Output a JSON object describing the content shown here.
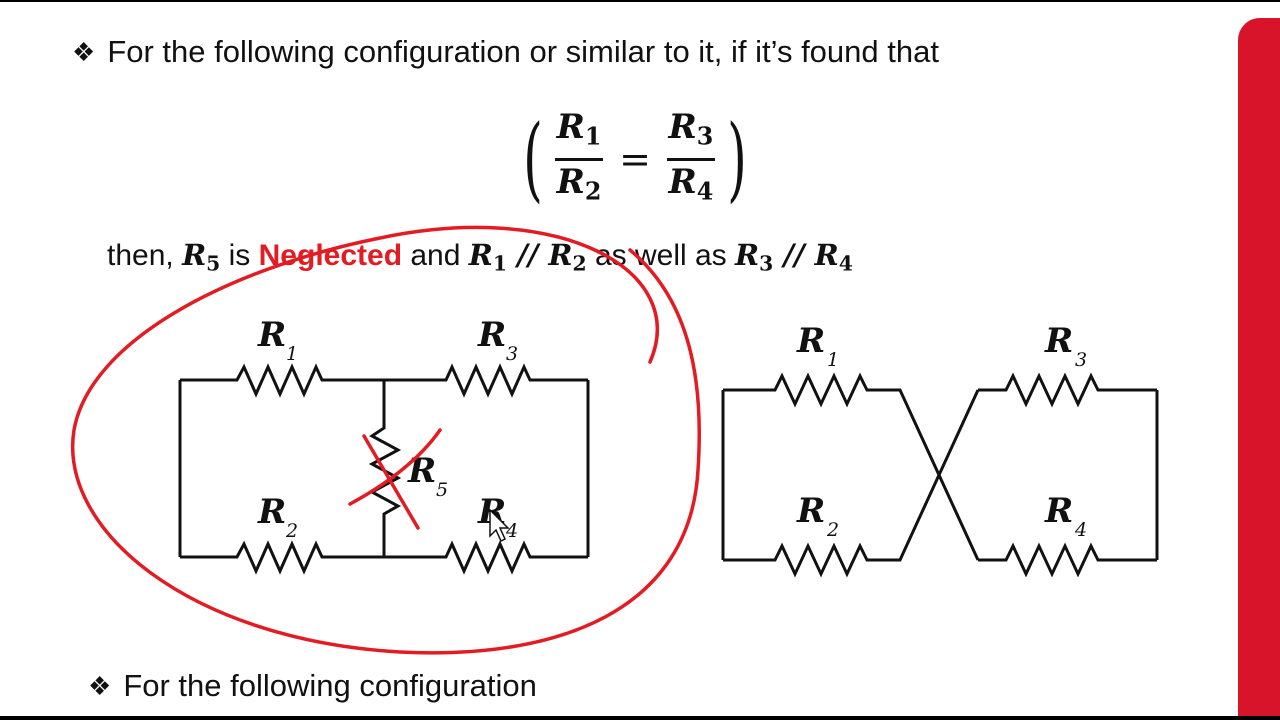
{
  "bullets": {
    "icon": "four-diamond-bullet-icon",
    "symbol": "❖",
    "first": "For the following configuration or similar to it, if it’s found that",
    "second": "For the following configuration"
  },
  "formula": {
    "left_num": "R",
    "left_num_sub": "1",
    "left_den": "R",
    "left_den_sub": "2",
    "equals": "=",
    "right_num": "R",
    "right_num_sub": "3",
    "right_den": "R",
    "right_den_sub": "4",
    "open_paren": "(",
    "close_paren": ")"
  },
  "statement": {
    "prefix": "then, ",
    "r5": "R",
    "r5_sub": "5",
    "is": " is ",
    "neglected": "Neglected",
    "and": " and ",
    "r1": "R",
    "r1_sub": "1",
    "par1": " // ",
    "r2": "R",
    "r2_sub": "2",
    "as_well": " as well as ",
    "r3": "R",
    "r3_sub": "3",
    "par2": " // ",
    "r4": "R",
    "r4_sub": "4"
  },
  "left_circuit": {
    "r1": "R",
    "r1_sub": "1",
    "r2": "R",
    "r2_sub": "2",
    "r3": "R",
    "r3_sub": "3",
    "r4": "R",
    "r4_sub": "4",
    "r5": "R",
    "r5_sub": "5"
  },
  "right_circuit": {
    "r1": "R",
    "r1_sub": "1",
    "r2": "R",
    "r2_sub": "2",
    "r3": "R",
    "r3_sub": "3",
    "r4": "R",
    "r4_sub": "4"
  },
  "colors": {
    "annotation": "#e31b23",
    "accent_bar": "#d8142b",
    "text": "#111111"
  }
}
